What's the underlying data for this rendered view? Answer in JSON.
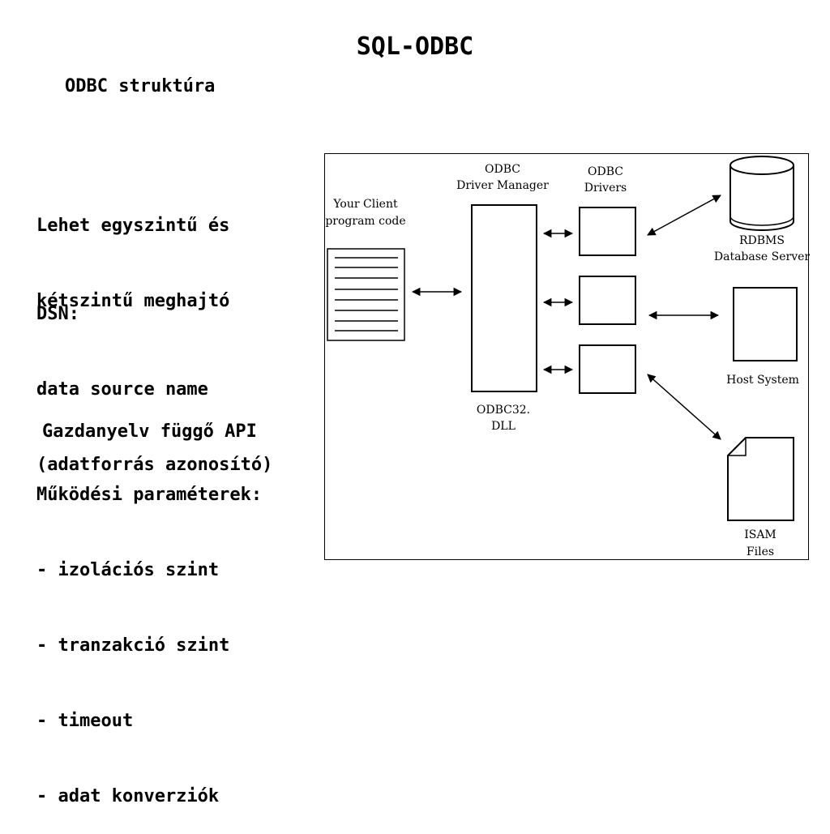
{
  "title": "SQL-ODBC",
  "subtitle": "ODBC struktúra",
  "bullets": [
    {
      "lines": [
        "Lehet egyszintű és",
        "kétszintű meghajtó"
      ]
    },
    {
      "lines": [
        "DSN:",
        "data source name",
        "(adatforrás azonosító)"
      ]
    },
    {
      "lines": [
        "Gazdanyelv függő API"
      ]
    },
    {
      "lines": [
        "Működési paraméterek:",
        "- izolációs szint",
        "- tranzakció szint",
        "- timeout",
        "- adat konverziók"
      ]
    }
  ],
  "diagram": {
    "client": {
      "label_1": "Your Client",
      "label_2": "program code"
    },
    "driver_manager": {
      "label_1": "ODBC",
      "label_2": "Driver Manager",
      "dll_1": "ODBC32.",
      "dll_2": "DLL"
    },
    "drivers": {
      "label_1": "ODBC",
      "label_2": "Drivers"
    },
    "rdbms": {
      "label_1": "RDBMS",
      "label_2": "Database Server"
    },
    "host": {
      "label": "Host System"
    },
    "isam": {
      "label_1": "ISAM",
      "label_2": "Files"
    }
  }
}
